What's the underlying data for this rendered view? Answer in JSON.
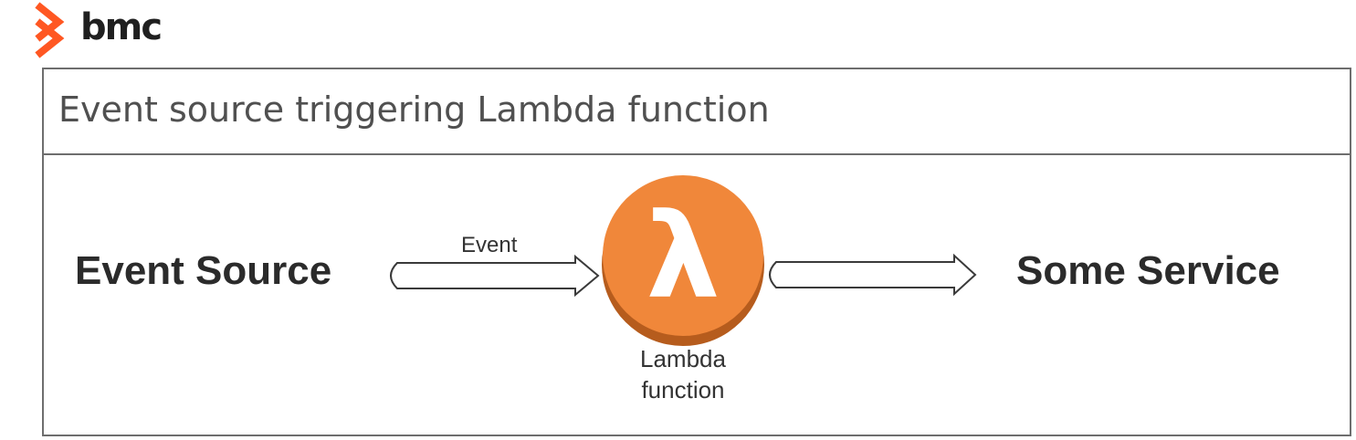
{
  "brand": {
    "name": "bmc",
    "icon": "bmc-chevron-logo-icon",
    "color": "#ff5722"
  },
  "diagram": {
    "title": "Event source triggering Lambda function",
    "nodes": {
      "source": "Event Source",
      "function_icon": "lambda-icon",
      "function_symbol": "λ",
      "function_caption_line1": "Lambda",
      "function_caption_line2": "function",
      "target": "Some Service"
    },
    "edges": {
      "source_to_function": "Event"
    },
    "colors": {
      "lambda_fill": "#f0873a",
      "lambda_shadow": "#b65c1d",
      "border": "#6e6e6e",
      "title_text": "#505050"
    }
  }
}
